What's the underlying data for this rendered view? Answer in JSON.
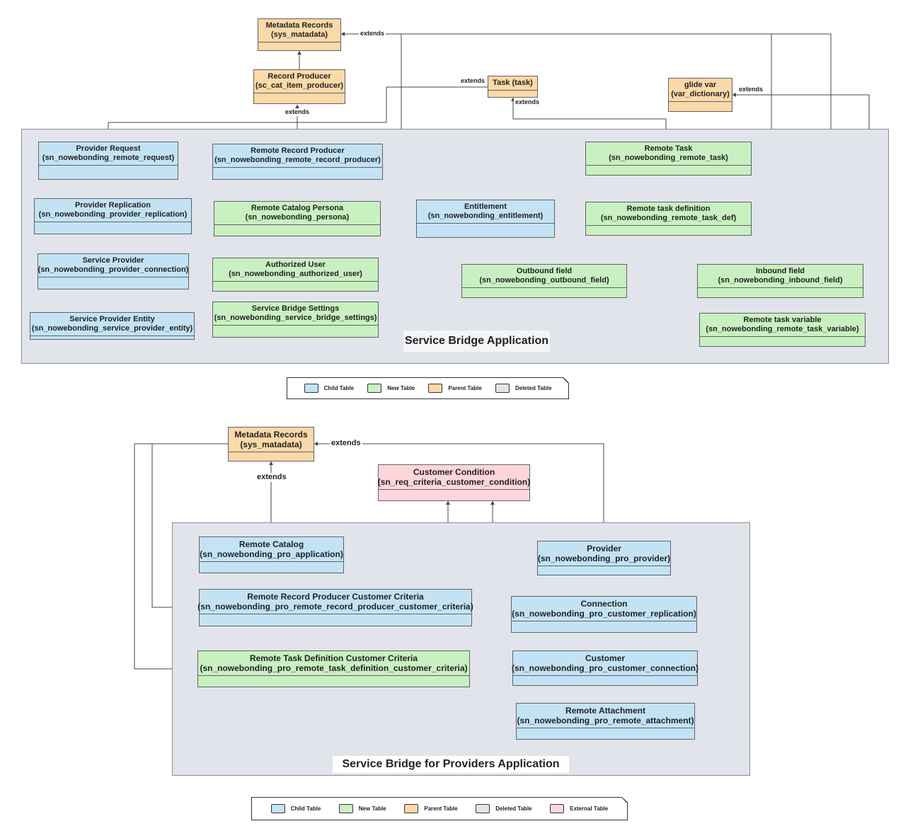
{
  "app1": {
    "title": "Service Bridge Application",
    "tables": {
      "metadata": [
        "Metadata Records",
        "(sys_matadata)"
      ],
      "record_producer": [
        "Record Producer",
        "(sc_cat_item_producer)"
      ],
      "task": [
        "Task (task)"
      ],
      "glide_var": [
        "glide var",
        "(var_dictionary)"
      ],
      "provider_request": [
        "Provider Request",
        "(sn_nowebonding_remote_request)"
      ],
      "remote_record_producer": [
        "Remote Record Producer",
        "(sn_nowebonding_remote_record_producer)"
      ],
      "remote_task": [
        "Remote Task",
        "(sn_nowebonding_remote_task)"
      ],
      "provider_replication": [
        "Provider Replication",
        "(sn_nowebonding_provider_replication)"
      ],
      "remote_catalog_persona": [
        "Remote Catalog Persona",
        "(sn_nowebonding_persona)"
      ],
      "entitlement": [
        "Entitlement",
        "(sn_nowebonding_entitlement)"
      ],
      "remote_task_def": [
        "Remote task definition",
        "(sn_nowebonding_remote_task_def)"
      ],
      "service_provider": [
        "Service Provider",
        "(sn_nowebonding_provider_connection)"
      ],
      "authorized_user": [
        "Authorized User",
        "(sn_nowebonding_authorized_user)"
      ],
      "outbound_field": [
        "Outbound field",
        "(sn_nowebonding_outbound_field)"
      ],
      "inbound_field": [
        "Inbound field",
        "(sn_nowebonding_inbound_field)"
      ],
      "service_bridge_settings": [
        "Service Bridge Settings",
        "(sn_nowebonding_service_bridge_settings)"
      ],
      "service_provider_entity": [
        "Service Provider Entity",
        "(sn_nowebonding_service_provider_entity)"
      ],
      "remote_task_variable": [
        "Remote task variable",
        "(sn_nowebonding_remote_task_variable)"
      ]
    },
    "labels": {
      "extends_1": "extends",
      "extends_2": "extends",
      "extends_3": "extends",
      "extends_4": "extends",
      "extends_5": "extends"
    }
  },
  "legend1": [
    "Child Table",
    "New Table",
    "Parent Table",
    "Deleted Table"
  ],
  "app2": {
    "title": "Service Bridge for Providers Application",
    "tables": {
      "metadata": [
        "Metadata Records",
        "(sys_matadata)"
      ],
      "customer_condition": [
        "Customer Condition",
        "(sn_req_criteria_customer_condition)"
      ],
      "remote_catalog": [
        "Remote Catalog",
        "(sn_nowebonding_pro_application)"
      ],
      "provider": [
        "Provider",
        "(sn_nowebonding_pro_provider)"
      ],
      "rrp_customer_criteria": [
        "Remote Record Producer Customer Criteria",
        "(sn_nowebonding_pro_remote_record_producer_customer_criteria)"
      ],
      "connection": [
        "Connection",
        "(sn_nowebonding_pro_customer_replication)"
      ],
      "rtd_customer_criteria": [
        "Remote Task Definition Customer Criteria",
        "(sn_nowebonding_pro_remote_task_definition_customer_criteria)"
      ],
      "customer": [
        "Customer",
        "(sn_nowebonding_pro_customer_connection)"
      ],
      "remote_attachment": [
        "Remote Attachment",
        "(sn_nowebonding_pro_remote_attachment)"
      ]
    },
    "labels": {
      "extends_1": "extends",
      "extends_2": "extends"
    }
  },
  "legend2": [
    "Child Table",
    "New Table",
    "Parent Table",
    "Deleted Table",
    "External Table"
  ],
  "colors": {
    "child": "#c3e3f5",
    "new": "#c9f0c1",
    "parent": "#fcd9a8",
    "deleted": "#e4e4e4",
    "external": "#fdd6da",
    "region": "#e1e4ea",
    "line": "#333333"
  }
}
